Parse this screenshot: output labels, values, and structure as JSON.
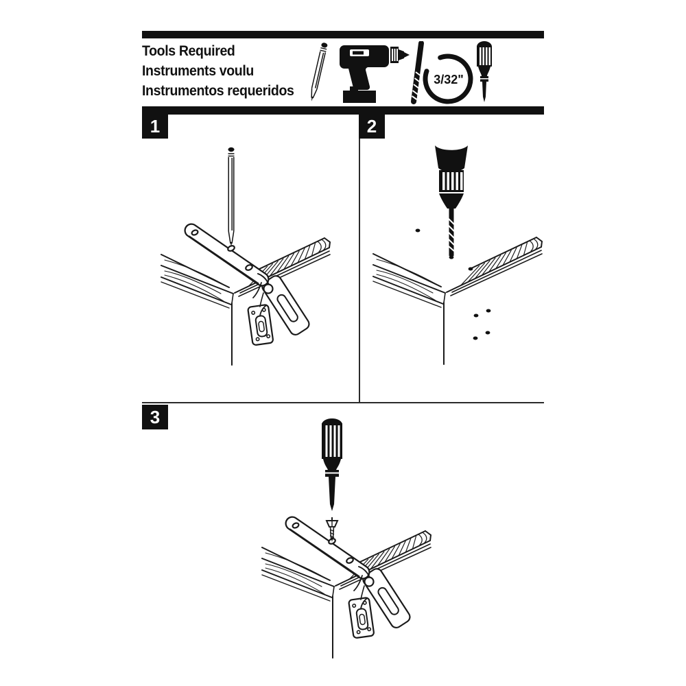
{
  "page": {
    "background": "#ffffff",
    "ink": "#111111"
  },
  "header": {
    "title_lines": [
      "Tools Required",
      "Instruments voulu",
      "Instrumentos requeridos"
    ],
    "tools": [
      {
        "name": "pencil"
      },
      {
        "name": "cordless-drill"
      },
      {
        "name": "drill-bit",
        "size_label": "3/32\""
      },
      {
        "name": "screwdriver"
      }
    ]
  },
  "steps": [
    {
      "number": "1",
      "icon": "pencil"
    },
    {
      "number": "2",
      "icon": "cordless-drill"
    },
    {
      "number": "3",
      "icon": "screwdriver"
    }
  ]
}
